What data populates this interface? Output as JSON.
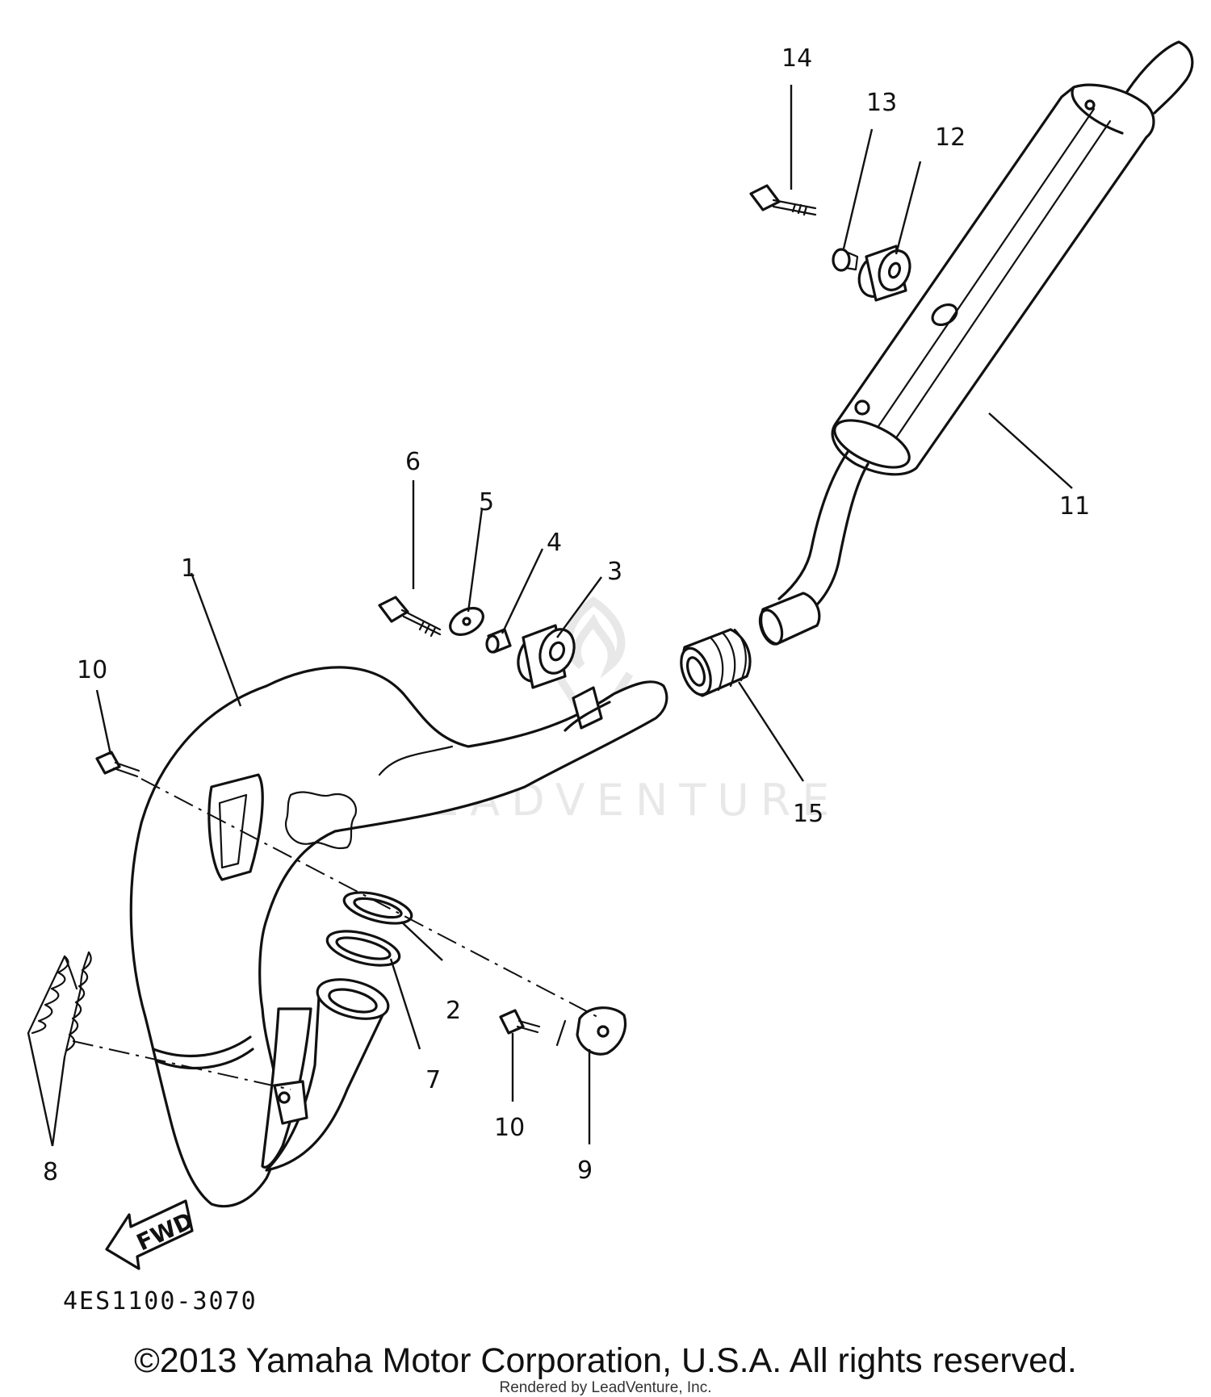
{
  "diagram": {
    "callouts": [
      {
        "id": "1",
        "label": "1"
      },
      {
        "id": "2",
        "label": "2"
      },
      {
        "id": "3",
        "label": "3"
      },
      {
        "id": "4",
        "label": "4"
      },
      {
        "id": "5",
        "label": "5"
      },
      {
        "id": "6",
        "label": "6"
      },
      {
        "id": "7",
        "label": "7"
      },
      {
        "id": "8",
        "label": "8"
      },
      {
        "id": "9",
        "label": "9"
      },
      {
        "id": "10a",
        "label": "10"
      },
      {
        "id": "10b",
        "label": "10"
      },
      {
        "id": "11",
        "label": "11"
      },
      {
        "id": "12",
        "label": "12"
      },
      {
        "id": "13",
        "label": "13"
      },
      {
        "id": "14",
        "label": "14"
      },
      {
        "id": "15",
        "label": "15"
      }
    ],
    "fwd_label": "FWD",
    "diagram_code": "4ES1100-3070",
    "watermark": "LEADVENTURE"
  },
  "footer": {
    "copyright": "©2013 Yamaha Motor Corporation, U.S.A. All rights reserved.",
    "rendered_by": "Rendered by LeadVenture, Inc."
  }
}
